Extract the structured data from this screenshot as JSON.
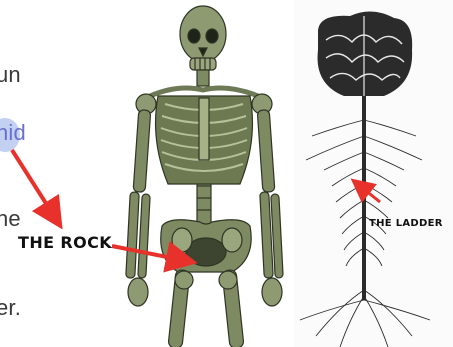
{
  "text_fragments": [
    "un",
    "nid",
    "he",
    "er."
  ],
  "labels": {
    "rock": "THE ROCK",
    "ladder": "THE LADDER"
  },
  "colors": {
    "arrow": "#e8312b",
    "highlight": "#b9c8ef",
    "skeleton": "#7d8a62",
    "nerve_ink": "#2b2b2b"
  },
  "illustrations": {
    "left": "human-skeleton-illustration",
    "right": "spinal-cord-and-brain-nervous-system-illustration"
  }
}
